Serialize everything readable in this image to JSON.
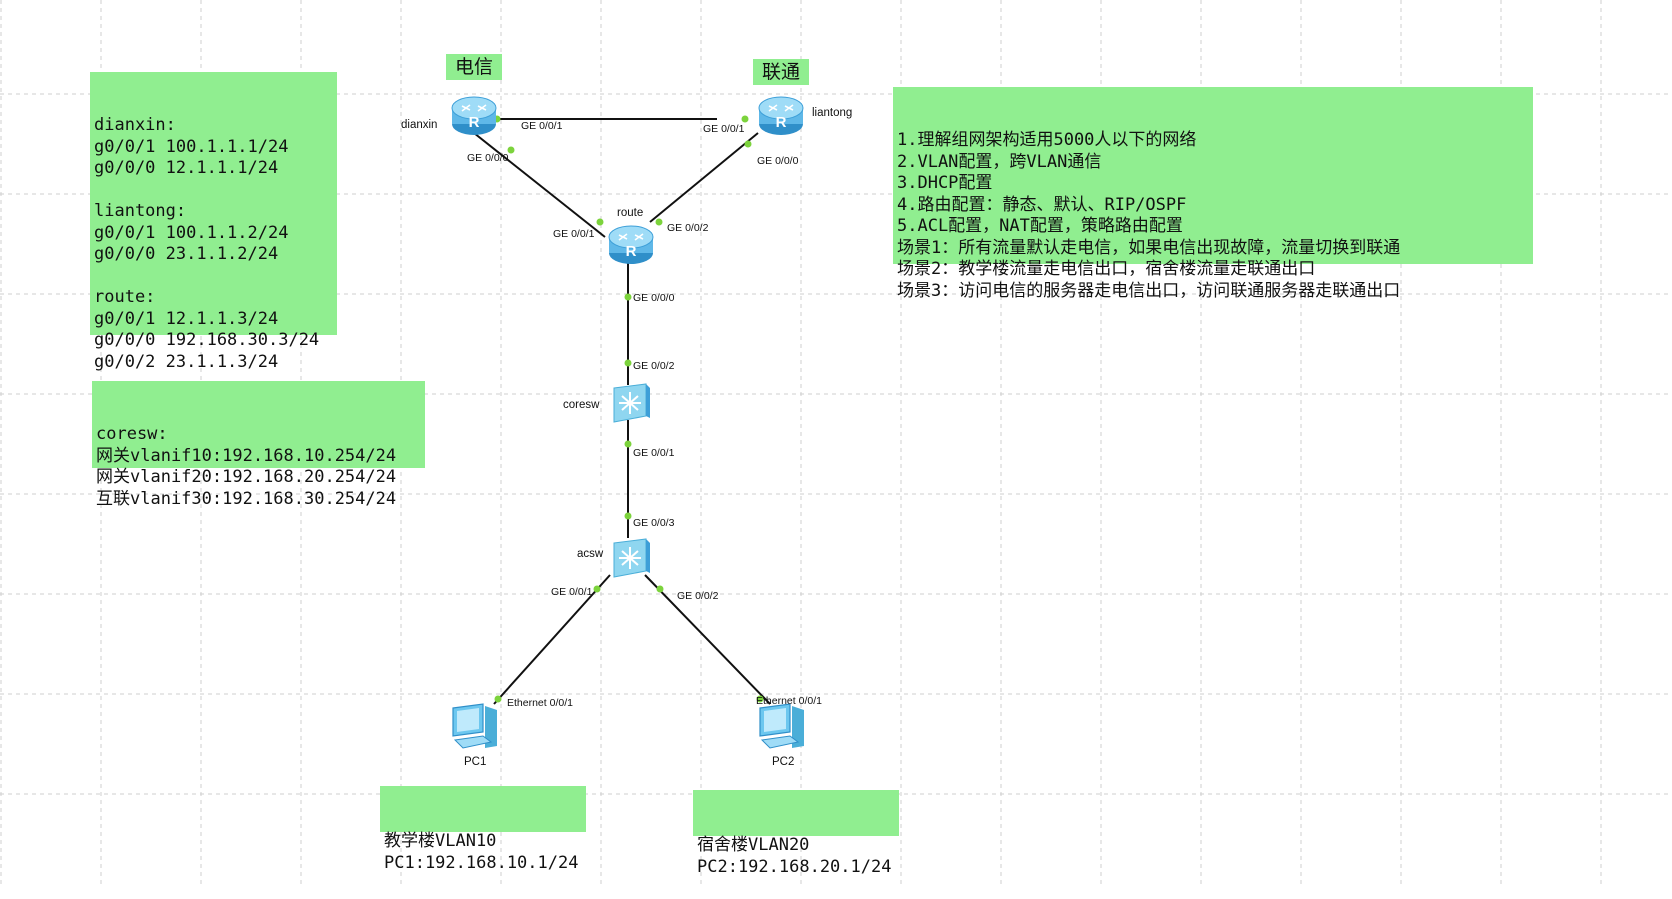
{
  "region_tags": {
    "dianxin": "电信",
    "liantong": "联通"
  },
  "devices": {
    "dianxin_router": "dianxin",
    "liantong_router": "liantong",
    "route_router": "route",
    "coresw_switch": "coresw",
    "acsw_switch": "acsw",
    "pc1": "PC1",
    "pc2": "PC2"
  },
  "ports": {
    "dianxin_g001": "GE 0/0/1",
    "liantong_g001": "GE 0/0/1",
    "dianxin_g000": "GE 0/0/0",
    "liantong_g000": "GE 0/0/0",
    "route_g001": "GE 0/0/1",
    "route_g002": "GE 0/0/2",
    "route_g000": "GE 0/0/0",
    "coresw_g002": "GE 0/0/2",
    "coresw_g001": "GE 0/0/1",
    "acsw_g003": "GE 0/0/3",
    "acsw_g001": "GE 0/0/1",
    "acsw_g002": "GE 0/0/2",
    "pc1_eth": "Ethernet 0/0/1",
    "pc2_eth": "Ethernet 0/0/1"
  },
  "notes": {
    "router_config": [
      "dianxin:",
      "g0/0/1 100.1.1.1/24",
      "g0/0/0 12.1.1.1/24",
      "",
      "liantong:",
      "g0/0/1 100.1.1.2/24",
      "g0/0/0 23.1.1.2/24",
      "",
      "route:",
      "g0/0/1 12.1.1.3/24",
      "g0/0/0 192.168.30.3/24",
      "g0/0/2 23.1.1.3/24"
    ],
    "coresw_config": [
      "coresw:",
      "网关vlanif10:192.168.10.254/24",
      "网关vlanif20:192.168.20.254/24",
      "互联vlanif30:192.168.30.254/24"
    ],
    "requirements": [
      "1.理解组网架构适用5000人以下的网络",
      "2.VLAN配置，跨VLAN通信",
      "3.DHCP配置",
      "4.路由配置：静态、默认、RIP/OSPF",
      "5.ACL配置，NAT配置，策略路由配置",
      "场景1：所有流量默认走电信，如果电信出现故障，流量切换到联通",
      "场景2：教学楼流量走电信出口，宿舍楼流量走联通出口",
      "场景3：访问电信的服务器走电信出口，访问联通服务器走联通出口"
    ],
    "pc1_info": [
      "教学楼VLAN10",
      "PC1:192.168.10.1/24"
    ],
    "pc2_info": [
      "宿舍楼VLAN20",
      "PC2:192.168.20.1/24"
    ]
  },
  "colors": {
    "note_bg": "#90ee90",
    "link": "#111111",
    "port_dot": "#7cd33c",
    "grid": "#cfcfcf",
    "router_fill": "#5fb8e8",
    "switch_fill": "#8fd6f0"
  },
  "icons": {
    "router": "router-icon",
    "switch": "switch-icon",
    "pc": "pc-icon"
  }
}
